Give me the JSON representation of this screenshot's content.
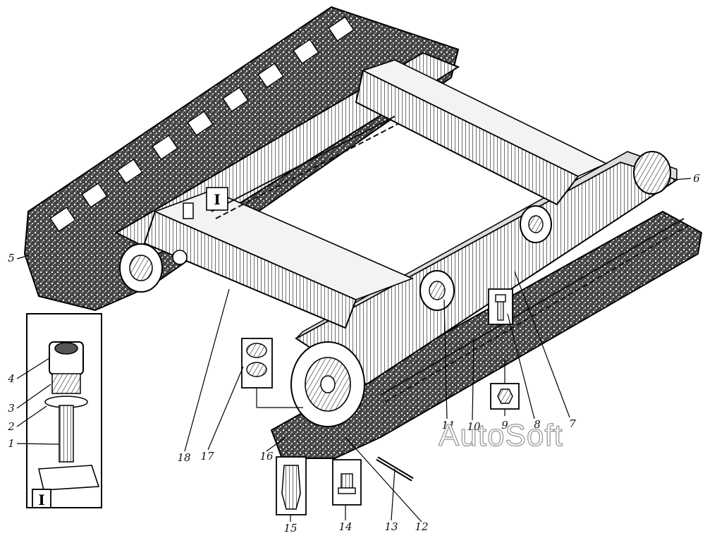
{
  "diagram": {
    "callouts": [
      "1",
      "2",
      "3",
      "4",
      "5",
      "6",
      "7",
      "8",
      "9",
      "10",
      "11",
      "12",
      "13",
      "14",
      "15",
      "16",
      "17",
      "18"
    ],
    "detail_view_label": "I",
    "frame_marker_label": "I",
    "watermark": "AutoSoft"
  }
}
